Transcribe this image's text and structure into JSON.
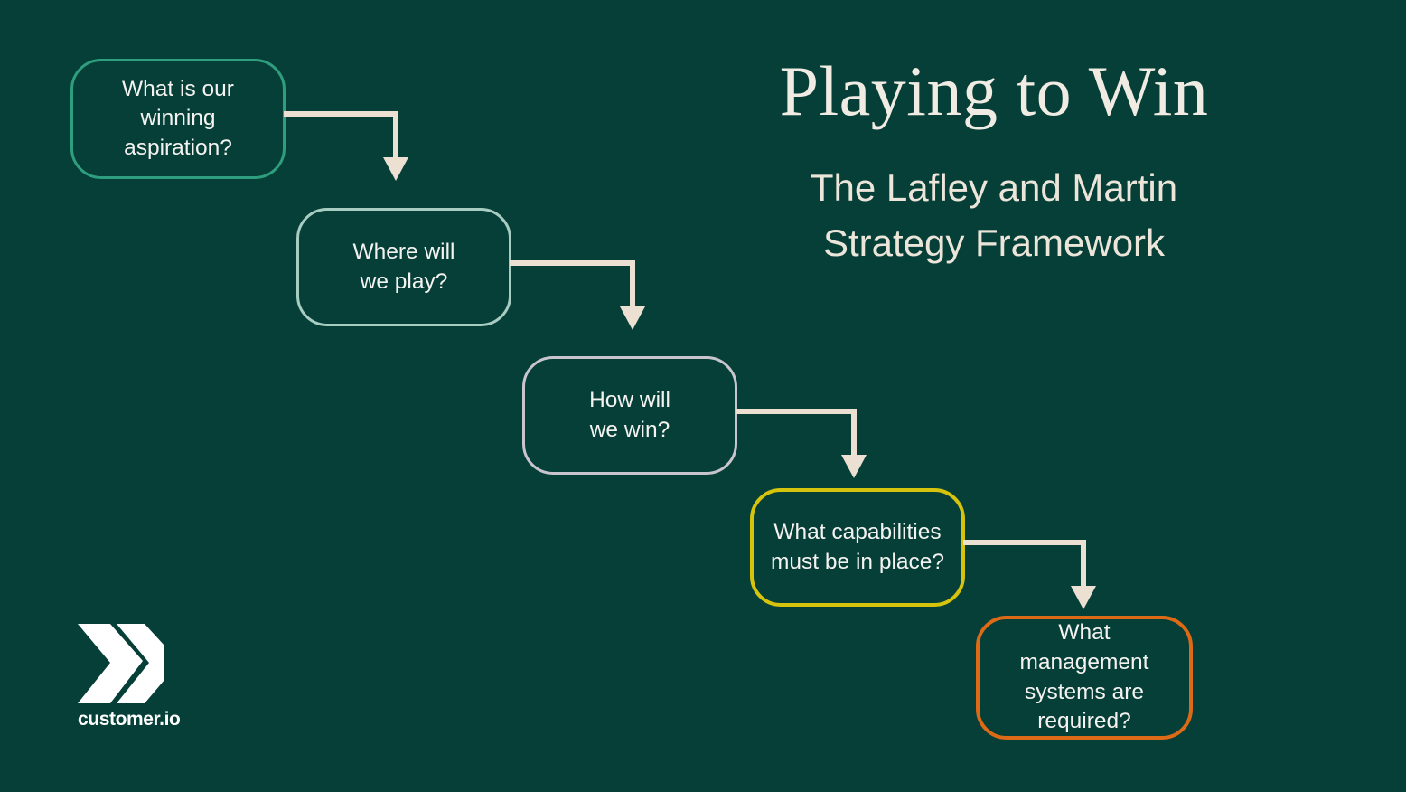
{
  "slide": {
    "background_color": "#063f37",
    "title": "Playing to Win",
    "subtitle_line_1": "The Lafley and Martin",
    "subtitle_line_2": "Strategy Framework",
    "title_color": "#f0ece4",
    "subtitle_color": "#ece5da"
  },
  "flow": {
    "arrow_color": "#ece0d3",
    "node_text_color": "#f4f3f1",
    "nodes": [
      {
        "id": "winning-aspiration",
        "line_1": "What is our",
        "line_2": "winning",
        "line_3": "aspiration?",
        "border_color": "#2e9e7e"
      },
      {
        "id": "where-to-play",
        "line_1": "Where will",
        "line_2": "we play?",
        "line_3": "",
        "border_color": "#a7ccc2"
      },
      {
        "id": "how-to-win",
        "line_1": "How will",
        "line_2": "we win?",
        "line_3": "",
        "border_color": "#c8c5cf"
      },
      {
        "id": "capabilities",
        "line_1": "What capabilities",
        "line_2": "must be in place?",
        "line_3": "",
        "border_color": "#d5c30d"
      },
      {
        "id": "management-systems",
        "line_1": "What management",
        "line_2": "systems are",
        "line_3": "required?",
        "border_color": "#dd6a16"
      }
    ]
  },
  "logo": {
    "wordmark": "customer.io",
    "mark_color": "#ffffff",
    "wordmark_color": "#ffffff"
  }
}
